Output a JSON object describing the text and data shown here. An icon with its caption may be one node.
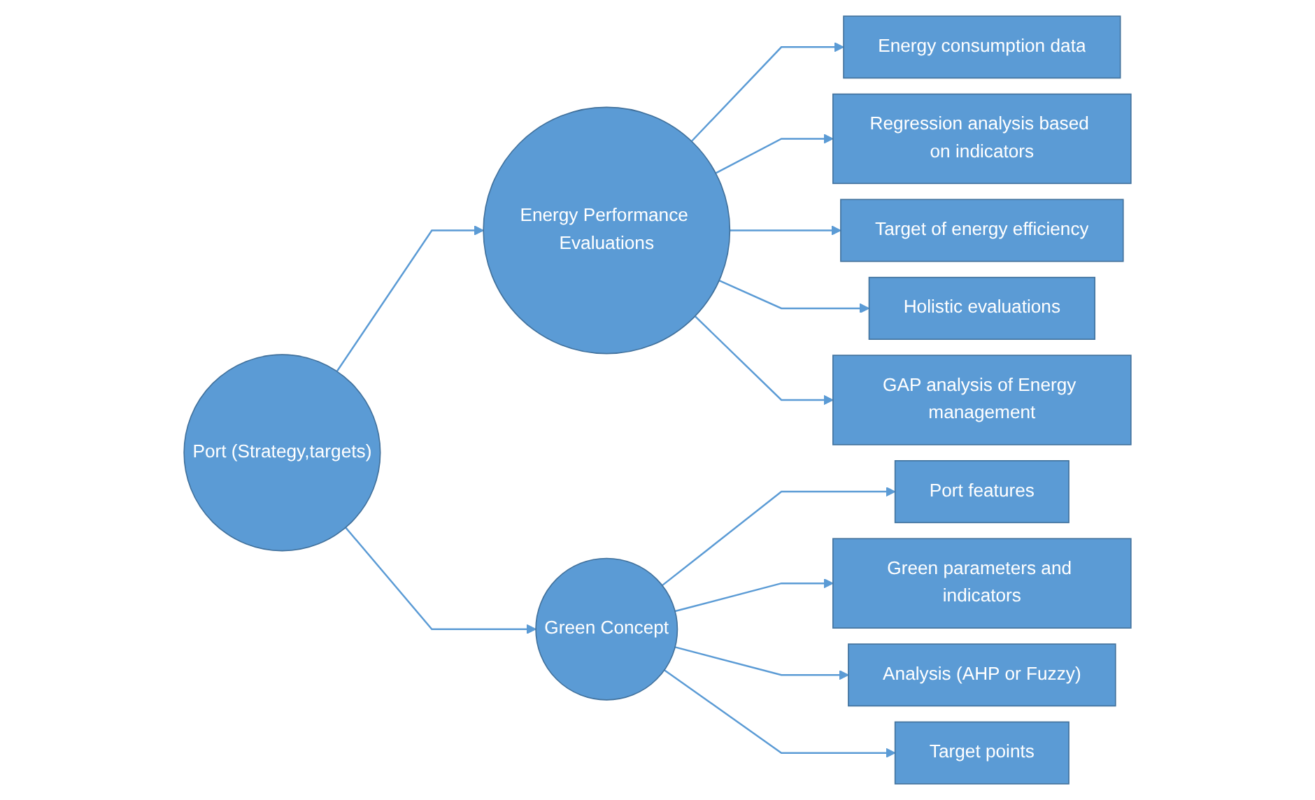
{
  "diagram": {
    "nodes": [
      {
        "text": [
          "Port (Strategy,targets)"
        ]
      },
      {
        "text": [
          "Energy Performance Evaluations"
        ]
      },
      {
        "text": [
          "Green Concept"
        ]
      },
      {
        "text": [
          "Energy consumption data"
        ]
      },
      {
        "text": [
          "Regression analysis based on indicators"
        ]
      },
      {
        "text": [
          "Target of energy efficiency"
        ]
      },
      {
        "text": [
          "Holistic evaluations"
        ]
      },
      {
        "text": [
          "GAP analysis of Energy management"
        ]
      },
      {
        "text": [
          "Port features"
        ]
      },
      {
        "text": [
          "Green parameters and indicators"
        ]
      },
      {
        "text": [
          "Analysis (AHP or Fuzzy)"
        ]
      },
      {
        "text": [
          "Target points"
        ]
      }
    ],
    "edges": [
      {
        "from": 0,
        "to": 1,
        "arrow": "to"
      },
      {
        "from": 0,
        "to": 2,
        "arrow": "to"
      },
      {
        "from": 1,
        "to": 3,
        "arrow": "to"
      },
      {
        "from": 1,
        "to": 4,
        "arrow": "to"
      },
      {
        "from": 1,
        "to": 5,
        "arrow": "to"
      },
      {
        "from": 1,
        "to": 6,
        "arrow": "to"
      },
      {
        "from": 1,
        "to": 7,
        "arrow": "to"
      },
      {
        "from": 2,
        "to": 8,
        "arrow": "to"
      },
      {
        "from": 2,
        "to": 9,
        "arrow": "to"
      },
      {
        "from": 2,
        "to": 10,
        "arrow": "to"
      },
      {
        "from": 2,
        "to": 11,
        "arrow": "to"
      }
    ]
  }
}
